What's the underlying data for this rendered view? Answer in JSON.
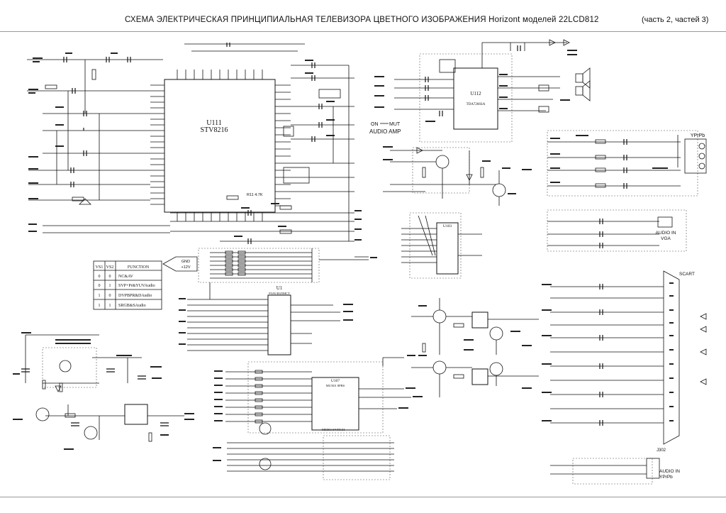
{
  "header": {
    "title": "СХЕМА ЭЛЕКТРИЧЕСКАЯ  ПРИНЦИПИАЛЬНАЯ ТЕЛЕВИЗОРА ЦВЕТНОГО ИЗОБРАЖЕНИЯ   Horizont  моделей  22LCD812",
    "part": "(часть 2, частей 3)"
  },
  "chips": {
    "u111": {
      "ref": "U111",
      "part": "STV8216"
    },
    "u112": {
      "ref": "U112",
      "part": "TDA7266SA"
    },
    "u1": {
      "ref": "U1",
      "part": "P3AV4025MCT"
    },
    "u103": {
      "ref": "U103"
    },
    "u107": {
      "ref": "U107",
      "part": "MUX01 8PBS",
      "label": "MEMO SWITCH"
    }
  },
  "audio_amp": {
    "on": "ON",
    "mut": "MUT",
    "title": "AUDIO AMP"
  },
  "function_table": {
    "headers": [
      "VS1",
      "VS2",
      "FUNCTION"
    ],
    "rows": [
      [
        "0",
        "0",
        "NC&AV"
      ],
      [
        "0",
        "1",
        "SVP+Pr&YUVAudio"
      ],
      [
        "1",
        "0",
        "DVPBPR&DAudio"
      ],
      [
        "1",
        "1",
        "SRGB&SAudio"
      ]
    ]
  },
  "connectors": {
    "yprpb": "YPrPb",
    "audio_vga_1": "AUDIO IN",
    "audio_vga_2": "VGA",
    "scart": "SCART",
    "audio_yprpb_1": "AUDIO IN",
    "audio_yprpb_2": "YPrPb"
  },
  "labels": {
    "sw_12v": "+12V",
    "gnd": "GND",
    "r11": "R11  4.7K",
    "j302": "J302"
  }
}
